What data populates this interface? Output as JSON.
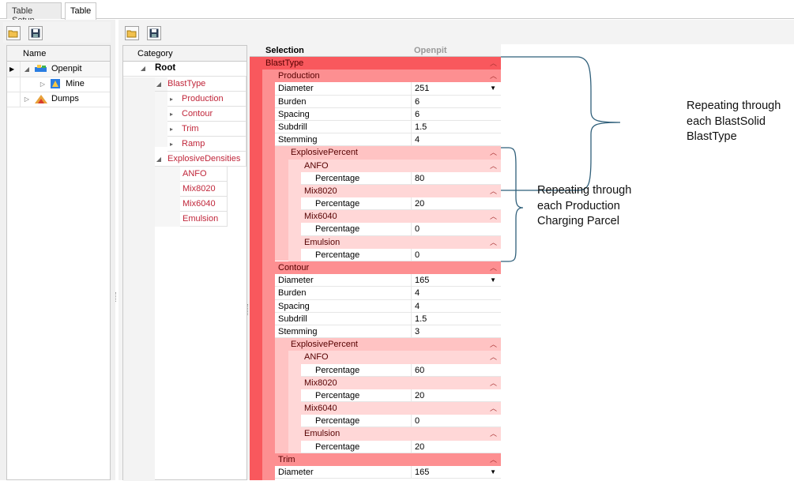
{
  "tabs": [
    {
      "label": "Table Setup"
    },
    {
      "label": "Table"
    }
  ],
  "left_tree": {
    "header": "Name",
    "items": [
      {
        "label": "Openpit"
      },
      {
        "label": "Mine"
      },
      {
        "label": "Dumps"
      }
    ]
  },
  "category_tree": {
    "header": "Category",
    "root": "Root",
    "items": [
      "BlastType",
      "Production",
      "Contour",
      "Trim",
      "Ramp",
      "ExplosiveDensities",
      "ANFO",
      "Mix8020",
      "Mix6040",
      "Emulsion"
    ]
  },
  "grid": {
    "col_selection": "Selection",
    "col_value": "Openpit",
    "blasttype": "BlastType",
    "production": {
      "label": "Production",
      "diameter": {
        "name": "Diameter",
        "value": "251"
      },
      "burden": {
        "name": "Burden",
        "value": "6"
      },
      "spacing": {
        "name": "Spacing",
        "value": "6"
      },
      "subdrill": {
        "name": "Subdrill",
        "value": "1.5"
      },
      "stemming": {
        "name": "Stemming",
        "value": "4"
      },
      "explosive_percent": "ExplosivePercent",
      "anfo": {
        "label": "ANFO",
        "pname": "Percentage",
        "value": "80"
      },
      "mix8020": {
        "label": "Mix8020",
        "pname": "Percentage",
        "value": "20"
      },
      "mix6040": {
        "label": "Mix6040",
        "pname": "Percentage",
        "value": "0"
      },
      "emulsion": {
        "label": "Emulsion",
        "pname": "Percentage",
        "value": "0"
      }
    },
    "contour": {
      "label": "Contour",
      "diameter": {
        "name": "Diameter",
        "value": "165"
      },
      "burden": {
        "name": "Burden",
        "value": "4"
      },
      "spacing": {
        "name": "Spacing",
        "value": "4"
      },
      "subdrill": {
        "name": "Subdrill",
        "value": "1.5"
      },
      "stemming": {
        "name": "Stemming",
        "value": "3"
      },
      "explosive_percent": "ExplosivePercent",
      "anfo": {
        "label": "ANFO",
        "pname": "Percentage",
        "value": "60"
      },
      "mix8020": {
        "label": "Mix8020",
        "pname": "Percentage",
        "value": "20"
      },
      "mix6040": {
        "label": "Mix6040",
        "pname": "Percentage",
        "value": "0"
      },
      "emulsion": {
        "label": "Emulsion",
        "pname": "Percentage",
        "value": "20"
      }
    },
    "trim": {
      "label": "Trim",
      "diameter": {
        "name": "Diameter",
        "value": "165"
      }
    }
  },
  "annotations": {
    "blasttype_lines": [
      "Repeating through",
      "each BlastSolid",
      "BlastType"
    ],
    "parcel_lines": [
      "Repeating through",
      "each Production",
      "Charging Parcel"
    ]
  },
  "colors": {
    "cat1": "#f9585d",
    "cat2": "#fd8f91",
    "cat3": "#ffc3c3",
    "cat4": "#ffd7d7",
    "bracket": "#2f5f7a",
    "category_text": "#c0263a"
  }
}
